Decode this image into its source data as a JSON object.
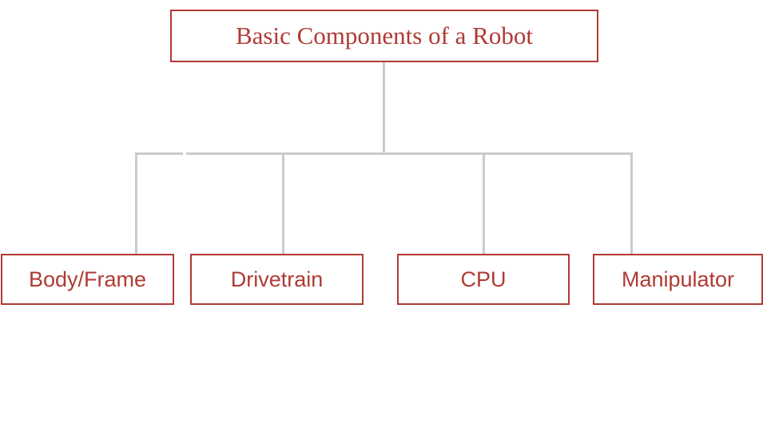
{
  "diagram": {
    "title": {
      "label": "Basic Components of a Robot"
    },
    "children": [
      {
        "label": "Body/Frame"
      },
      {
        "label": "Drivetrain"
      },
      {
        "label": "CPU"
      },
      {
        "label": "Manipulator"
      }
    ]
  },
  "colors": {
    "accent_red": "#B03A33",
    "connector_gray": "#CBCBCB",
    "background": "#FFFFFF"
  }
}
